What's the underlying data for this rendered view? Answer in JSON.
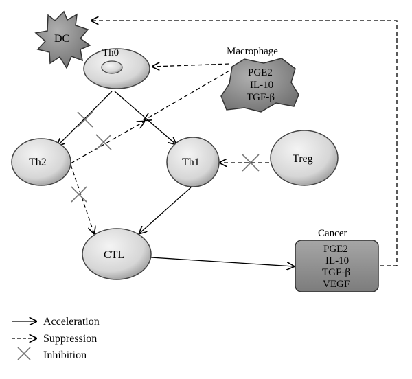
{
  "nodes": {
    "dc": {
      "label": "DC"
    },
    "th0": {
      "label": "Th0"
    },
    "th2": {
      "label": "Th2"
    },
    "th1": {
      "label": "Th1"
    },
    "treg": {
      "label": "Treg"
    },
    "ctl": {
      "label": "CTL"
    },
    "macrophage": {
      "title": "Macrophage",
      "factors": [
        "PGE2",
        "IL-10",
        "TGF-β"
      ]
    },
    "cancer": {
      "title": "Cancer",
      "factors": [
        "PGE2",
        "IL-10",
        "TGF-β",
        "VEGF"
      ]
    }
  },
  "legend": [
    {
      "symbol": "solid-arrow-icon",
      "label": "Acceleration"
    },
    {
      "symbol": "dashed-arrow-icon",
      "label": "Suppression"
    },
    {
      "symbol": "cross-icon",
      "label": "Inhibition"
    }
  ],
  "colors": {
    "cell_fill": "#d9d9d9",
    "cell_stroke": "#444444",
    "dark_fill": "#8c8c8c",
    "line": "#000000",
    "cross": "#777777"
  }
}
